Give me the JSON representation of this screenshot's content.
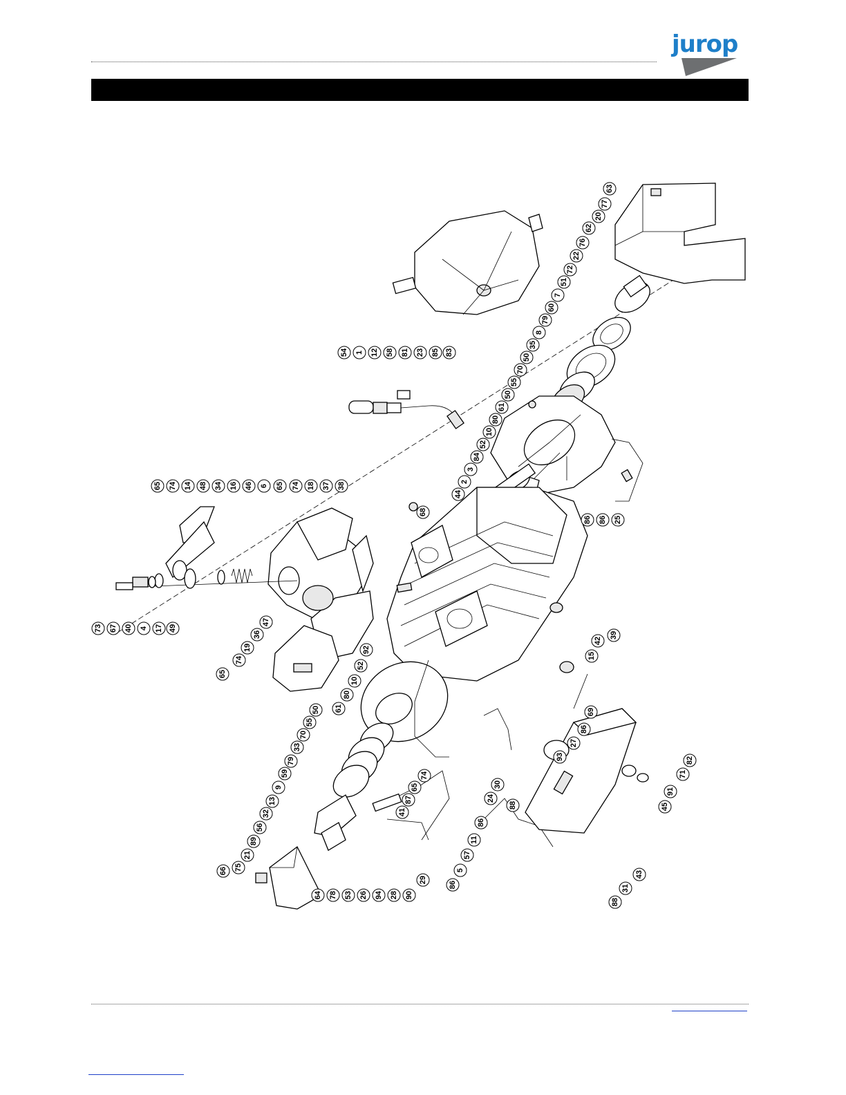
{
  "header": {
    "logo_text": "jurop",
    "brand_color": "#1e7fc9",
    "logo_wedge_color": "#6d6f71"
  },
  "diagram": {
    "part_labels": {
      "top_shaft": [
        "63",
        "77",
        "20",
        "62",
        "76",
        "22",
        "72",
        "51",
        "7",
        "60",
        "79",
        "8",
        "35",
        "50",
        "70",
        "55",
        "50",
        "61",
        "80",
        "10",
        "52",
        "84",
        "3",
        "2",
        "44"
      ],
      "top_pipe": [
        "54",
        "1",
        "12",
        "58",
        "81",
        "23",
        "85",
        "83"
      ],
      "right_top_pipe": [
        "86",
        "86",
        "25"
      ],
      "left_assembly": [
        "65",
        "74",
        "14",
        "48",
        "34",
        "16",
        "46",
        "6",
        "65",
        "74",
        "18",
        "37",
        "38"
      ],
      "left_shaft": [
        "73",
        "67",
        "40",
        "4",
        "17",
        "49"
      ],
      "left_cover": [
        "65",
        "74",
        "19",
        "36",
        "47"
      ],
      "center": [
        "68",
        "92",
        "52",
        "10",
        "80",
        "61",
        "39",
        "42",
        "15",
        "69",
        "86",
        "27",
        "93"
      ],
      "lower_left": [
        "50",
        "55",
        "70",
        "33",
        "79",
        "59",
        "9",
        "13",
        "32",
        "56",
        "89",
        "21",
        "75",
        "66",
        "64",
        "78",
        "53",
        "26",
        "94",
        "28",
        "90",
        "29"
      ],
      "lower_middle": [
        "74",
        "65",
        "87",
        "41",
        "86",
        "11",
        "57",
        "5",
        "86",
        "24",
        "88",
        "30"
      ],
      "tank": [
        "82",
        "71",
        "91",
        "45",
        "43",
        "31",
        "88"
      ]
    }
  }
}
